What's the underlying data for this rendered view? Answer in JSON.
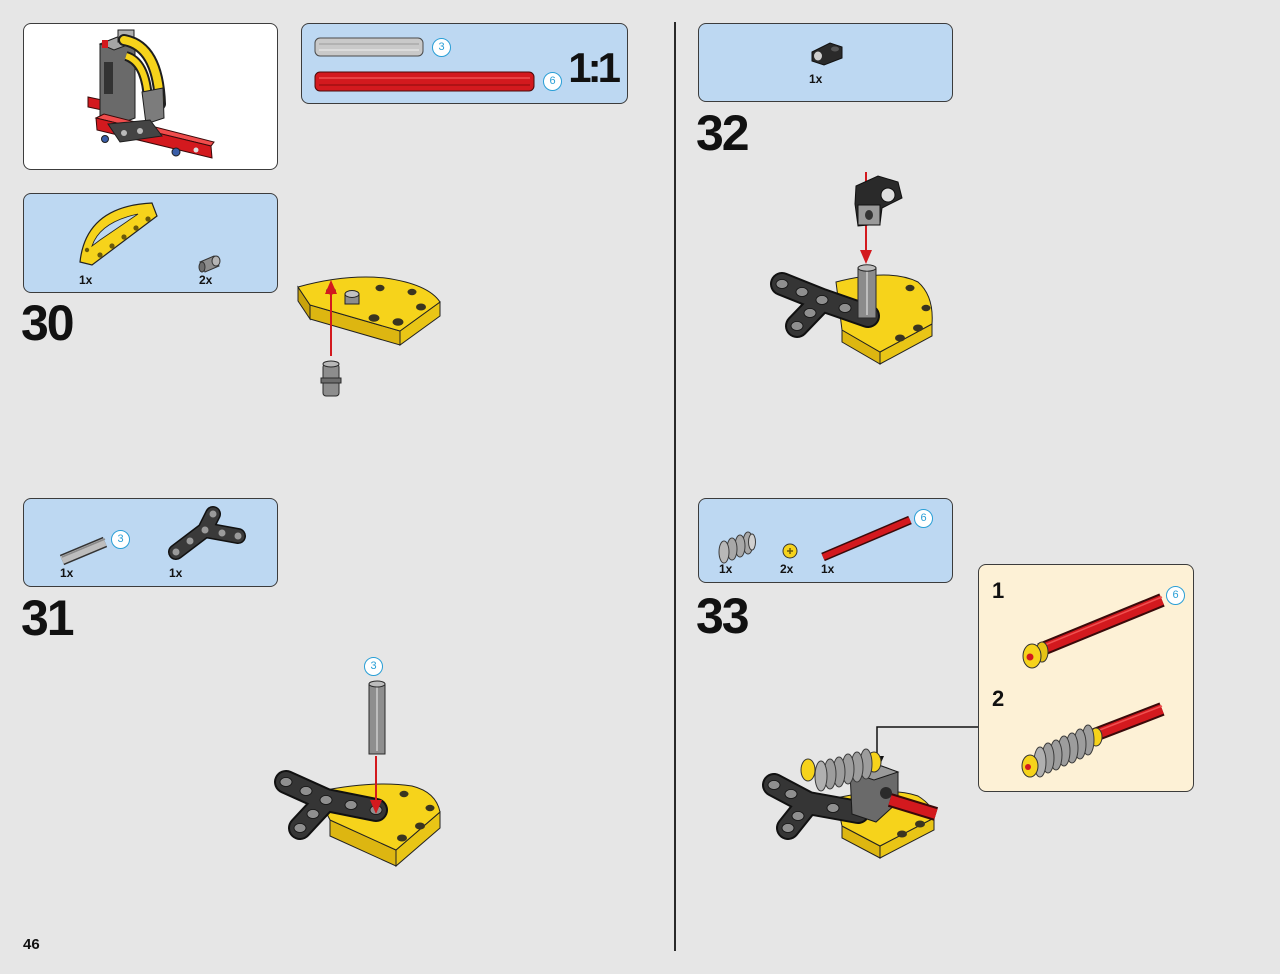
{
  "page": {
    "number": "46"
  },
  "colors": {
    "page_background": "#e6e6e6",
    "callout_blue": "#bdd8f2",
    "callout_cream": "#fdf1d6",
    "length_marker": "#2a9fd6",
    "lego_yellow": "#f6d31b",
    "lego_red": "#d3191e",
    "lego_black": "#2a2a2a",
    "lego_gray": "#9a9a9a"
  },
  "preview": {
    "icon": "assembled-model-icon"
  },
  "ruler": {
    "scale": "1:1",
    "axles": [
      {
        "icon": "gray-axle-icon",
        "length": "3"
      },
      {
        "icon": "red-axle-icon",
        "length": "6"
      }
    ]
  },
  "steps": [
    {
      "number": "30",
      "parts": [
        {
          "icon": "yellow-curved-liftarm-icon",
          "count": "1x"
        },
        {
          "icon": "gray-pin-icon",
          "count": "2x"
        }
      ]
    },
    {
      "number": "31",
      "parts": [
        {
          "icon": "gray-axle-icon",
          "count": "1x",
          "length": "3"
        },
        {
          "icon": "black-liftarm-icon",
          "count": "1x"
        }
      ],
      "axle_length": "3"
    },
    {
      "number": "32",
      "parts": [
        {
          "icon": "black-connector-icon",
          "count": "1x"
        }
      ]
    },
    {
      "number": "33",
      "parts": [
        {
          "icon": "worm-gear-icon",
          "count": "1x"
        },
        {
          "icon": "yellow-bush-icon",
          "count": "2x"
        },
        {
          "icon": "red-axle-icon",
          "count": "1x",
          "length": "6"
        }
      ],
      "subassembly": {
        "steps": [
          {
            "number": "1",
            "axle_length": "6"
          },
          {
            "number": "2"
          }
        ]
      }
    }
  ]
}
